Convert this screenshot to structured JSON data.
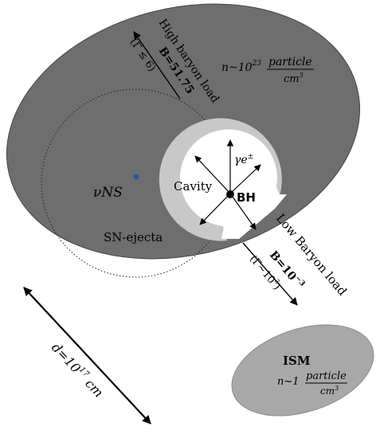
{
  "labels": {
    "high_baryon_load": "High baryon load",
    "high_b_value": "B=51.75",
    "high_gamma": "(Γ ≤ 6)",
    "density_prefix": "n~10",
    "density_exp": "23",
    "density_unit_num": "particle",
    "density_unit_den": "cm",
    "density_unit_den_exp": "3",
    "gamma_e": "γe",
    "gamma_e_sup": "±",
    "cavity": "Cavity",
    "bh": "BH",
    "nu_ns": "νNS",
    "sn_ejecta": "SN-ejecta",
    "low_baryon_load": "Low Baryon load",
    "low_b_prefix": "B=10",
    "low_b_exp": "−3",
    "low_gamma_prefix": "(Γ~10",
    "low_gamma_exp": "3",
    "low_gamma_suffix": ")",
    "distance_prefix": "d=10",
    "distance_exp": "17",
    "distance_unit": " cm",
    "ism": "ISM",
    "ism_density_prefix": "n~1",
    "ism_unit_num": "particle",
    "ism_unit_den": "cm",
    "ism_unit_den_exp": "3"
  },
  "colors": {
    "ejecta_fill": "#6e6e6e",
    "cavity_ring": "#c8c8c8",
    "ism_fill": "#a8a8a8",
    "ns_dot": "#2f4f9f",
    "ink": "#000000"
  },
  "icons": {
    "bh": "black-hole-dot",
    "ns": "neutron-star-dot"
  }
}
